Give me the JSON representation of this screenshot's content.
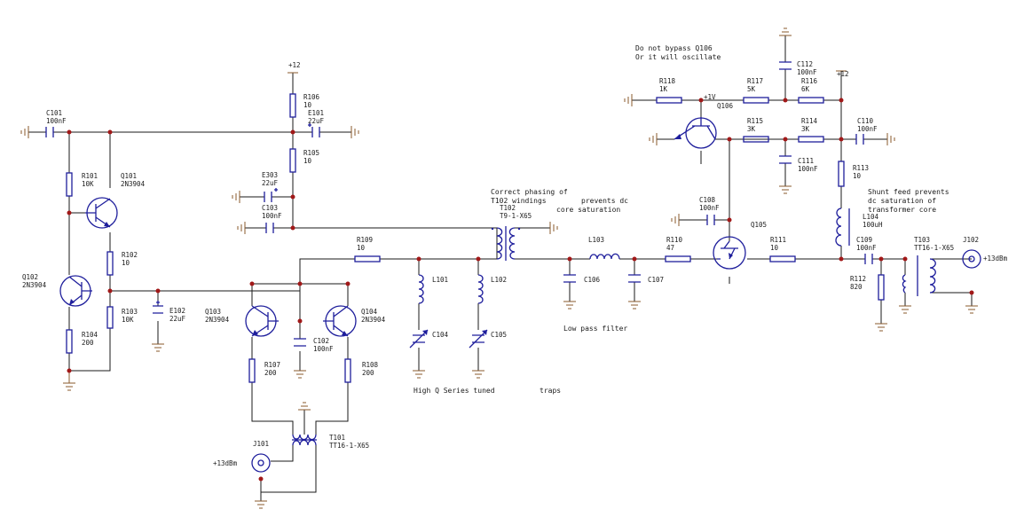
{
  "notes": {
    "bypass_warning": [
      "Do not bypass Q106",
      "Or it will oscillate"
    ],
    "phasing": [
      "Correct phasing of",
      "T102 windings"
    ],
    "dc": [
      "prevents dc",
      "core saturation"
    ],
    "lpf": "Low pass filter",
    "shunt": [
      "Shunt feed prevents",
      "dc saturation of",
      "transformer core"
    ],
    "traps": [
      "High Q Series tuned",
      "traps"
    ]
  },
  "rails": {
    "vcc": "+12",
    "v1": "+1V"
  },
  "ports": {
    "j101": {
      "ref": "J101",
      "level": "+13dBm"
    },
    "j102": {
      "ref": "J102",
      "level": "+13dBm"
    }
  },
  "components": {
    "c101": {
      "ref": "C101",
      "value": "100nF"
    },
    "r101": {
      "ref": "R101",
      "value": "10K"
    },
    "q101": {
      "ref": "Q101",
      "value": "2N3904"
    },
    "r102": {
      "ref": "R102",
      "value": "10"
    },
    "q102": {
      "ref": "Q102",
      "value": "2N3904"
    },
    "r103": {
      "ref": "R103",
      "value": "10K"
    },
    "r104": {
      "ref": "R104",
      "value": "200"
    },
    "e102": {
      "ref": "E102",
      "value": "22uF"
    },
    "r106": {
      "ref": "R106",
      "value": "10"
    },
    "e101": {
      "ref": "E101",
      "value": "22uF"
    },
    "r105": {
      "ref": "R105",
      "value": "10"
    },
    "e303": {
      "ref": "E303",
      "value": "22uF"
    },
    "c103": {
      "ref": "C103",
      "value": "100nF"
    },
    "q103": {
      "ref": "Q103",
      "value": "2N3904"
    },
    "q104": {
      "ref": "Q104",
      "value": "2N3904"
    },
    "c102": {
      "ref": "C102",
      "value": "100nF"
    },
    "r107": {
      "ref": "R107",
      "value": "200"
    },
    "r108": {
      "ref": "R108",
      "value": "200"
    },
    "t101": {
      "ref": "T101",
      "value": "TT16-1-X65"
    },
    "r109": {
      "ref": "R109",
      "value": "10"
    },
    "l101": {
      "ref": "L101",
      "value": ""
    },
    "l102": {
      "ref": "L102",
      "value": ""
    },
    "c104": {
      "ref": "C104",
      "value": ""
    },
    "c105": {
      "ref": "C105",
      "value": ""
    },
    "t102": {
      "ref": "T102",
      "value": "T9-1-X65"
    },
    "l103": {
      "ref": "L103",
      "value": ""
    },
    "c106": {
      "ref": "C106",
      "value": ""
    },
    "c107": {
      "ref": "C107",
      "value": ""
    },
    "r110": {
      "ref": "R110",
      "value": "47"
    },
    "c108": {
      "ref": "C108",
      "value": "100nF"
    },
    "q105": {
      "ref": "Q105",
      "value": ""
    },
    "r111": {
      "ref": "R111",
      "value": "10"
    },
    "r118": {
      "ref": "R118",
      "value": "1K"
    },
    "q106": {
      "ref": "Q106",
      "value": ""
    },
    "r117": {
      "ref": "R117",
      "value": "5K"
    },
    "r116": {
      "ref": "R116",
      "value": "6K"
    },
    "c112": {
      "ref": "C112",
      "value": "100nF"
    },
    "r115": {
      "ref": "R115",
      "value": "3K"
    },
    "r114": {
      "ref": "R114",
      "value": "3K"
    },
    "c110": {
      "ref": "C110",
      "value": "100nF"
    },
    "c111": {
      "ref": "C111",
      "value": "100nF"
    },
    "r113": {
      "ref": "R113",
      "value": "10"
    },
    "l104": {
      "ref": "L104",
      "value": "100uH"
    },
    "c109": {
      "ref": "C109",
      "value": "100nF"
    },
    "r112": {
      "ref": "R112",
      "value": "820"
    },
    "t103": {
      "ref": "T103",
      "value": "TT16-1-X65"
    }
  },
  "colors": {
    "wire": "#1a1a1a",
    "component": "#1e1e9c",
    "ground": "#8a5a2b",
    "junction": "#a11818"
  }
}
